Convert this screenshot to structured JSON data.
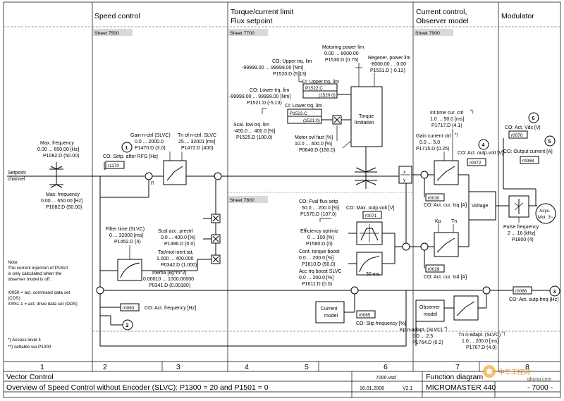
{
  "sections": {
    "speed": "Speed control",
    "torque1": "Torque/current limit",
    "torque2": "Flux setpoint",
    "current1": "Current control,",
    "current2": "Observer model",
    "modulator": "Modulator"
  },
  "sheets": {
    "s7500": "Sheet 7500",
    "s7700": "Sheet 7700",
    "s7800": "Sheet 7800",
    "s7900": "Sheet 7900"
  },
  "left": {
    "maxf1": "Max. frequency",
    "maxf1r": "0.00 ... 650.00  [Hz]",
    "maxf1p": "P1082.D (50.00)",
    "setp1": "Setpoint",
    "setp2": "channel",
    "maxf2": "Max. frequency",
    "maxf2r": "0.00 ... 650.00  [Hz]",
    "maxf2p": "P1082.D (50.00)",
    "note": [
      "Note",
      "The current injection of P1610",
      "is only calculated when the",
      "observer model is off."
    ],
    "r50": [
      "r0050 = act. command data set",
      "(CDS)",
      "r0051.1 = act. drive data set (DDS)"
    ],
    "f1": "*)  Access level 4",
    "f2": "**) settable via P1000"
  },
  "speed": {
    "co": "CO: Setp. after RFG [Hz]",
    "r1170": "r1170",
    "gain": "Gain n-ctrl (SLVC)",
    "gainr": "0.0 ... 2000.0",
    "gainp": "P1470.D (3.0)",
    "tn": "Tn of n-ctrl. SLVC",
    "tnr": "25 ... 32001  [ms]",
    "tnp": "P1472.D (400)",
    "filt": "Filter time (SLVC)",
    "filtr": "0 ... 32000  [ms]",
    "filtp": "P1452.D (4)",
    "scal": "Scal acc. prectrl",
    "scalr": "0.0 ... 400.0 [%]",
    "scalp": "P1496.D (0.0)",
    "tot": "Tot/mot inert.rat.",
    "totr": "1.000 ... 400.000",
    "totp": "P0342.D (1.000)",
    "inert": "Inertia [kg*m^2]",
    "inertr": "0.00010 ... 1000.00000",
    "inertp": "P0341.D (0.00180)",
    "r63": "r0063",
    "coact": "CO: Act. frequency [Hz]",
    "pi": "Π"
  },
  "torque": {
    "mot": "Motoring power lim",
    "motr": "0.00 ... 8000.00",
    "motp": "P1530.D (0.75)",
    "reg": "Regener. power lim",
    "regr": "-8000.00 ... 0.00",
    "regp": "P1531.D (-0.12)",
    "up": "CO: Upper trq. lim",
    "upr": "-99999.00 ... 99999.00 [Nm]",
    "upp": "P1520.D (5.13)",
    "ciup": "CI: Upper trq. lim",
    "p1522": "P1522.C",
    "v1520": "(1520:0)",
    "lo": "CO: Lower trq. lim",
    "lor": "-99999.00 ... 99999.00  [Nm]",
    "lop": "P1521.D (-5.13)",
    "cilo": "CI: Lower trq. lim",
    "p1523": "P1523.C",
    "v1521": "(1521:0)",
    "sc": "Scal. low trq. lim",
    "scr": "-400.0 ... 400.0  [%]",
    "scp": "P1525.D (100.0)",
    "tlim1": "Torque",
    "tlim2": "limitation",
    "mo": "Motor ovl fact [%]",
    "mor": "10.0 ... 400.0  [%]",
    "mop": "P0640.D (150.0)",
    "ff": "CO: Fval flux setp",
    "ffr": "50.0 ... 200.0  [%]",
    "ffp": "P1570.D (107.0)",
    "maxv": "CO: Max. outp.volt [V]",
    "r71": "r0071",
    "eff": "Efficiency optimiz",
    "effr": "0 ... 100  [%]",
    "effp": "P1580.D (0)",
    "cb": "Cont. torque boost",
    "cbr": "0.0 ... 200.0  [%]",
    "cbp": "P1610.D (50.0)",
    "ab": "Acc trq boost SLVC",
    "abr": "0.0 ... 200.0  [%]",
    "abp": "P1611.D (0.0)",
    "ms30": "30 ms",
    "xy1": "x",
    "xy2": "y"
  },
  "curr": {
    "itime": "Int.time cur. ctrl",
    "itimes": "*)",
    "itimer": "1.0 ... 50.0  [ms]",
    "itimep": "P1717.D (4.1)",
    "gain": "Gain current ctrl",
    "gains": "*)",
    "gainr": "0.0 ... 5.0",
    "gainp": "P1715.D (0.25)",
    "r30": "r0030",
    "isq": "CO: Act. cur. Isq [A]",
    "kp": "Kp",
    "tn": "Tn",
    "r29": "r0029",
    "isd": "CO: Act. cur. Isd [A]",
    "curm1": "Current",
    "curm2": "model",
    "r65": "r0065",
    "slip": "CO: Slip frequency [%]",
    "obs1": "Observer",
    "obs2": "model",
    "kpn": "Kp n-adapt. (SLVC)",
    "kpns": "*)",
    "kpnr": "0.0 ... 2.5",
    "kpnp": "P1764.D (0.2)",
    "tnn": "Tn n-adapt. (SLVC)",
    "tnns": "*)",
    "tnnr": "1.0 ... 200.0  [ms]",
    "tnnp": "P1767.D (4.0)"
  },
  "mod": {
    "r72": "r0072",
    "outv": "CO: Act. outp.volt [V]",
    "vdc": "CO: Act. Vdc [V]",
    "r70": "r0070",
    "outc": "CO: Output current [A]",
    "r68": "r0068",
    "volt": "Voltage",
    "asyc1": "Asyc.",
    "asyc2": "Mot. 3~",
    "pulse": "Pulse frequency",
    "pulser": "2 ... 16  [kHz]",
    "pulsep": "P1800 (4)",
    "r66": "r0066",
    "actf": "CO: Act. outp.freq [Hz]"
  },
  "markers": [
    "1",
    "2",
    "3",
    "4",
    "5",
    "6"
  ],
  "footer": {
    "cols": [
      "1",
      "2",
      "3",
      "4",
      "5",
      "6",
      "7",
      "8"
    ],
    "vc": "Vector Control",
    "ov": "Overview of Speed Control without Encoder (SLVC):  P1300 = 20 and P1501 = 0",
    "vsd": "7000.vsd",
    "date": "16.01.2006",
    "ver": "V2.1",
    "fd": "Function diagram",
    "mm": "MICROMASTER 440",
    "page": "- 7000 -",
    "wm1": "中华工控网",
    "wm2": "gkong.com"
  }
}
